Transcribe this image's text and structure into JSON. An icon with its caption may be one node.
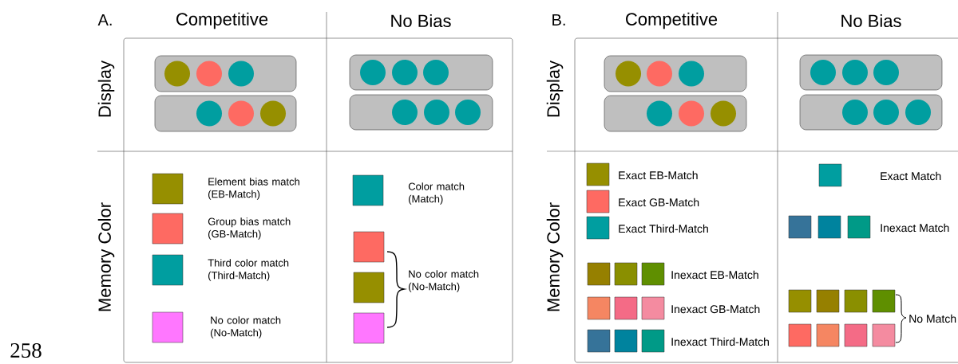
{
  "diagram": {
    "labels": [
      "A.",
      "Competitive",
      "No Bias",
      "Display",
      "Memory Color",
      "Element bias match (EB-Match)",
      "Group bias match (GB-Match)",
      "Third color match (Third-Match)",
      "No color match (No-Match)",
      "Color match (Match)",
      "No color match (No-Match)",
      "B.",
      "Competitive",
      "No Bias",
      "Display",
      "Memory Color",
      "Exact EB-Match",
      "Exact GB-Match",
      "Exact Third-Match",
      "Inexact EB-Match",
      "Inexact GB-Match",
      "Inexact Third-Match",
      "Exact Match",
      "Inexact Match",
      "No Match",
      "258"
    ]
  }
}
